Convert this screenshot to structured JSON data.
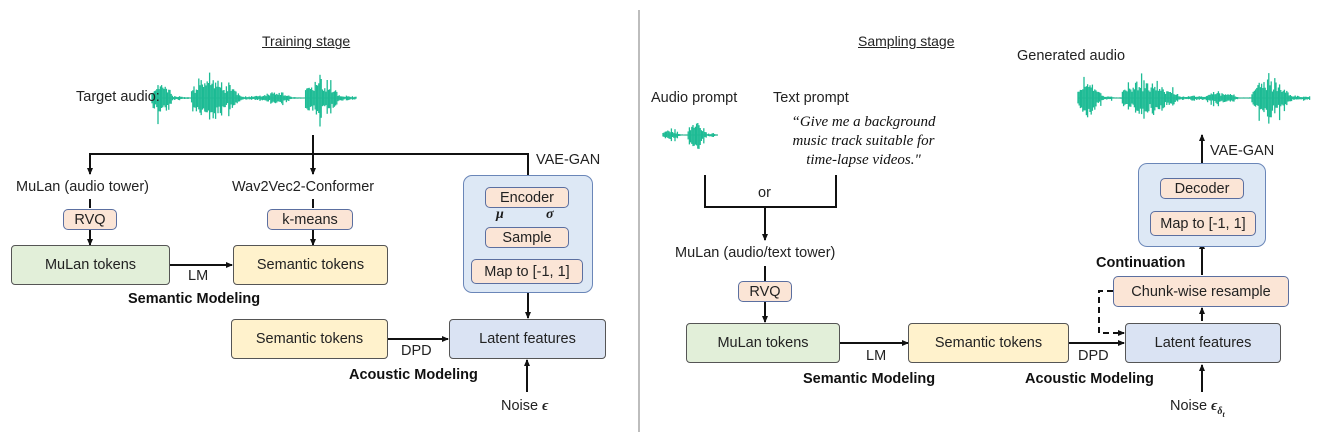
{
  "training": {
    "title": "Training stage",
    "target_audio_label": "Target audio:",
    "mulan_audio_tower": "MuLan (audio tower)",
    "wav2vec": "Wav2Vec2-Conformer",
    "vae_gan": "VAE-GAN",
    "rvq": "RVQ",
    "kmeans": "k-means",
    "encoder": "Encoder",
    "mu": "μ",
    "sigma": "σ",
    "sample": "Sample",
    "map": "Map to [-1, 1]",
    "mulan_tokens": "MuLan tokens",
    "semantic_tokens": "Semantic tokens",
    "lm": "LM",
    "semantic_modeling": "Semantic Modeling",
    "semantic_tokens_2": "Semantic tokens",
    "latent_features": "Latent features",
    "dpd": "DPD",
    "acoustic_modeling": "Acoustic Modeling",
    "noise": "Noise",
    "noise_symbol": "ϵ"
  },
  "sampling": {
    "title": "Sampling stage",
    "audio_prompt": "Audio prompt",
    "text_prompt": "Text prompt",
    "text_prompt_quote": "“Give me a background music track suitable for time-lapse videos.\"",
    "or": "or",
    "mulan_tower": "MuLan (audio/text tower)",
    "rvq": "RVQ",
    "generated_audio": "Generated audio",
    "vae_gan": "VAE-GAN",
    "decoder": "Decoder",
    "map": "Map to [-1, 1]",
    "continuation": "Continuation",
    "chunk_resample": "Chunk-wise resample",
    "mulan_tokens": "MuLan tokens",
    "lm": "LM",
    "semantic_modeling": "Semantic Modeling",
    "semantic_tokens": "Semantic tokens",
    "dpd": "DPD",
    "acoustic_modeling": "Acoustic Modeling",
    "latent_features": "Latent features",
    "noise": "Noise",
    "noise_symbol": "ϵ",
    "noise_subscript": "δ",
    "noise_subsubscript": "t"
  },
  "colors": {
    "waveform": "#1dbb94",
    "mulan_fill": "#e2efd9",
    "semantic_fill": "#fff2cc",
    "latent_fill": "#dae3f3",
    "module_fill": "#fbe5d6",
    "vae_fill": "#dde8f5"
  }
}
